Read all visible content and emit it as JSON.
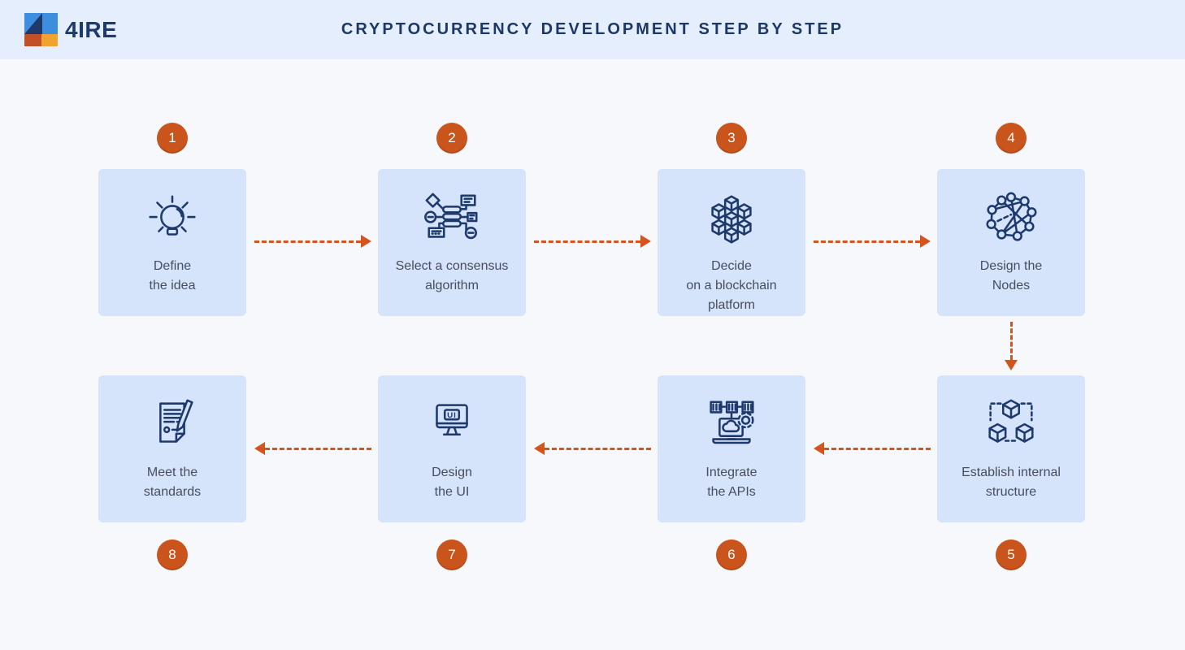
{
  "header": {
    "logo_text": "4IRE",
    "title": "CRYPTOCURRENCY DEVELOPMENT STEP BY STEP"
  },
  "steps": [
    {
      "number": "1",
      "label": "Define\nthe idea",
      "icon": "lightbulb-icon"
    },
    {
      "number": "2",
      "label": "Select a consensus\nalgorithm",
      "icon": "consensus-network-icon"
    },
    {
      "number": "3",
      "label": "Decide\non a blockchain\nplatform",
      "icon": "blockchain-cubes-icon"
    },
    {
      "number": "4",
      "label": "Design the\nNodes",
      "icon": "nodes-graph-icon"
    },
    {
      "number": "5",
      "label": "Establish internal\nstructure",
      "icon": "structure-cubes-icon"
    },
    {
      "number": "6",
      "label": "Integrate\nthe APIs",
      "icon": "api-laptop-icon"
    },
    {
      "number": "7",
      "label": "Design\nthe UI",
      "icon": "ui-monitor-icon"
    },
    {
      "number": "8",
      "label": "Meet the\nstandards",
      "icon": "standards-document-icon"
    }
  ],
  "colors": {
    "header_bg": "#e4eefc",
    "page_bg": "#f7f8fc",
    "card_bg": "#d5e4fb",
    "navy": "#1e3a6d",
    "badge_orange": "#c9551d",
    "arrow_orange": "#d2551e",
    "label_text": "#474d5c"
  }
}
